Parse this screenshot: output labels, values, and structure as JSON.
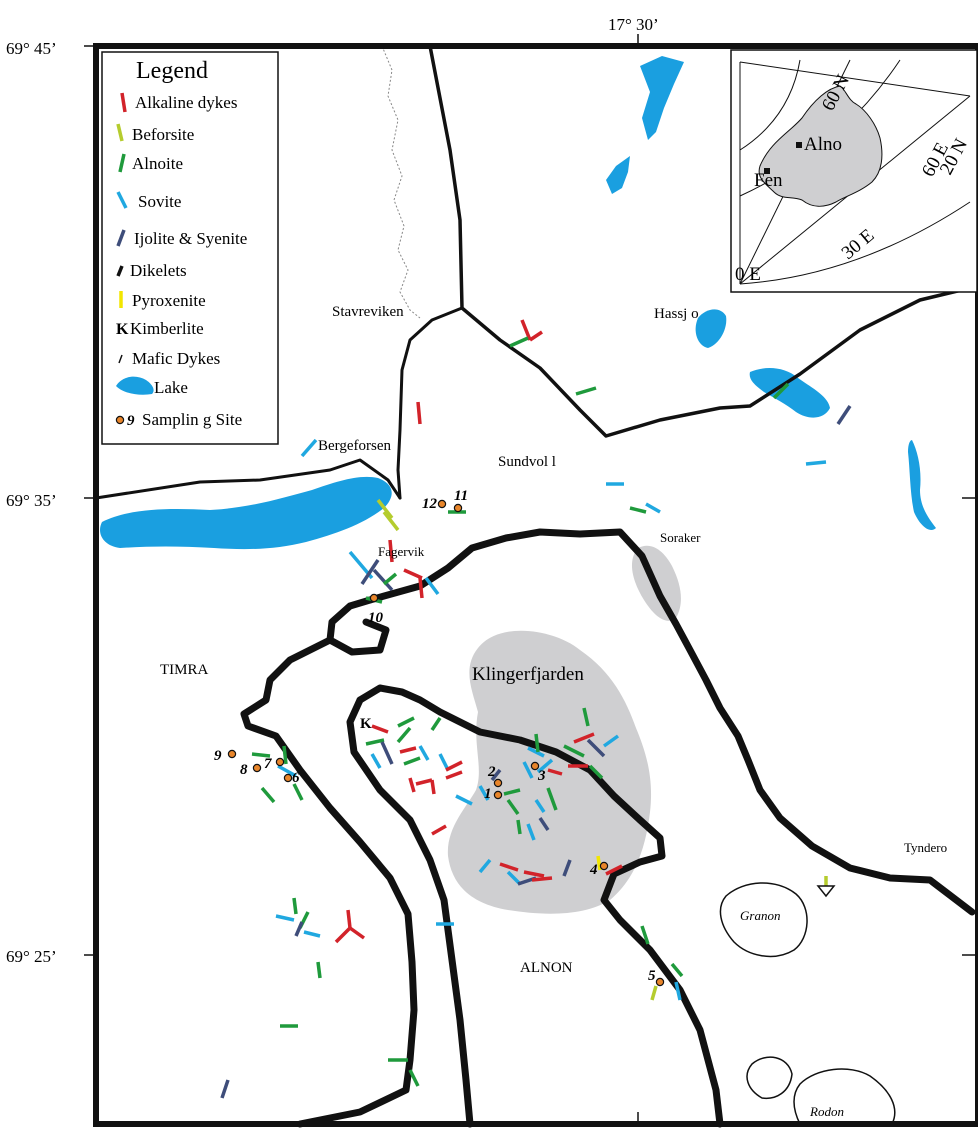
{
  "coords": {
    "lon_top": "17° 30’",
    "lat_top": "69° 45’",
    "lat_mid": "69° 35’",
    "lat_low": "69° 25’"
  },
  "places": {
    "stavreviken": "Stavreviken",
    "hassjo": "Hassj o",
    "bergeforsen": "Bergeforsen",
    "sundvoll": "Sundvol l",
    "soraker": "Soraker",
    "fagervik": "Fagervik",
    "timra": "TIMRA",
    "klingerfjarden": "Klingerfjarden",
    "tyndero": "Tyndero",
    "granon": "Granon",
    "alnon": "ALNON",
    "rodon": "Rodon"
  },
  "legend": {
    "title": "Legend",
    "items": [
      {
        "label": "Alkaline  dykes",
        "color": "#d2232a",
        "kind": "dyke"
      },
      {
        "label": "Beforsite",
        "color": "#b5cc2e",
        "kind": "dyke"
      },
      {
        "label": "Alnoite",
        "color": "#1f9a3c",
        "kind": "dyke"
      },
      {
        "label": "Sovite",
        "color": "#20a8e0",
        "kind": "dyke"
      },
      {
        "label": "Ijolite & Syenite",
        "color": "#3e4d7a",
        "kind": "dyke"
      },
      {
        "label": "Dikelets",
        "color": "#111111",
        "kind": "dikelet"
      },
      {
        "label": "Pyroxenite",
        "color": "#f2e600",
        "kind": "dyke"
      },
      {
        "label": "Kimberlite",
        "color": "#111111",
        "kind": "kimberlite",
        "symbol": "K"
      },
      {
        "label": "Mafic Dykes",
        "color": "#111111",
        "kind": "mafic"
      },
      {
        "label": "Lake",
        "color": "#1a9fe0",
        "kind": "lake"
      },
      {
        "label": "Samplin g Site",
        "color": "#e8852a",
        "kind": "site",
        "symbol": "9"
      }
    ]
  },
  "kimberlite_marker": "K",
  "sample_sites": [
    "1",
    "2",
    "3",
    "4",
    "5",
    "6",
    "7",
    "8",
    "9",
    "10",
    "11",
    "12"
  ],
  "inset": {
    "labels": [
      "Alno",
      "Fen",
      "60 N",
      "20 N",
      "60 E",
      "30 E",
      "0 E"
    ]
  },
  "colors": {
    "alkaline": "#d2232a",
    "beforsite": "#b5cc2e",
    "alnoite": "#1f9a3c",
    "sovite": "#20a8e0",
    "ijolite": "#3e4d7a",
    "pyroxenite": "#f2e600",
    "lake": "#1a9fe0",
    "complex": "#cfcfd1",
    "site": "#e8852a"
  }
}
